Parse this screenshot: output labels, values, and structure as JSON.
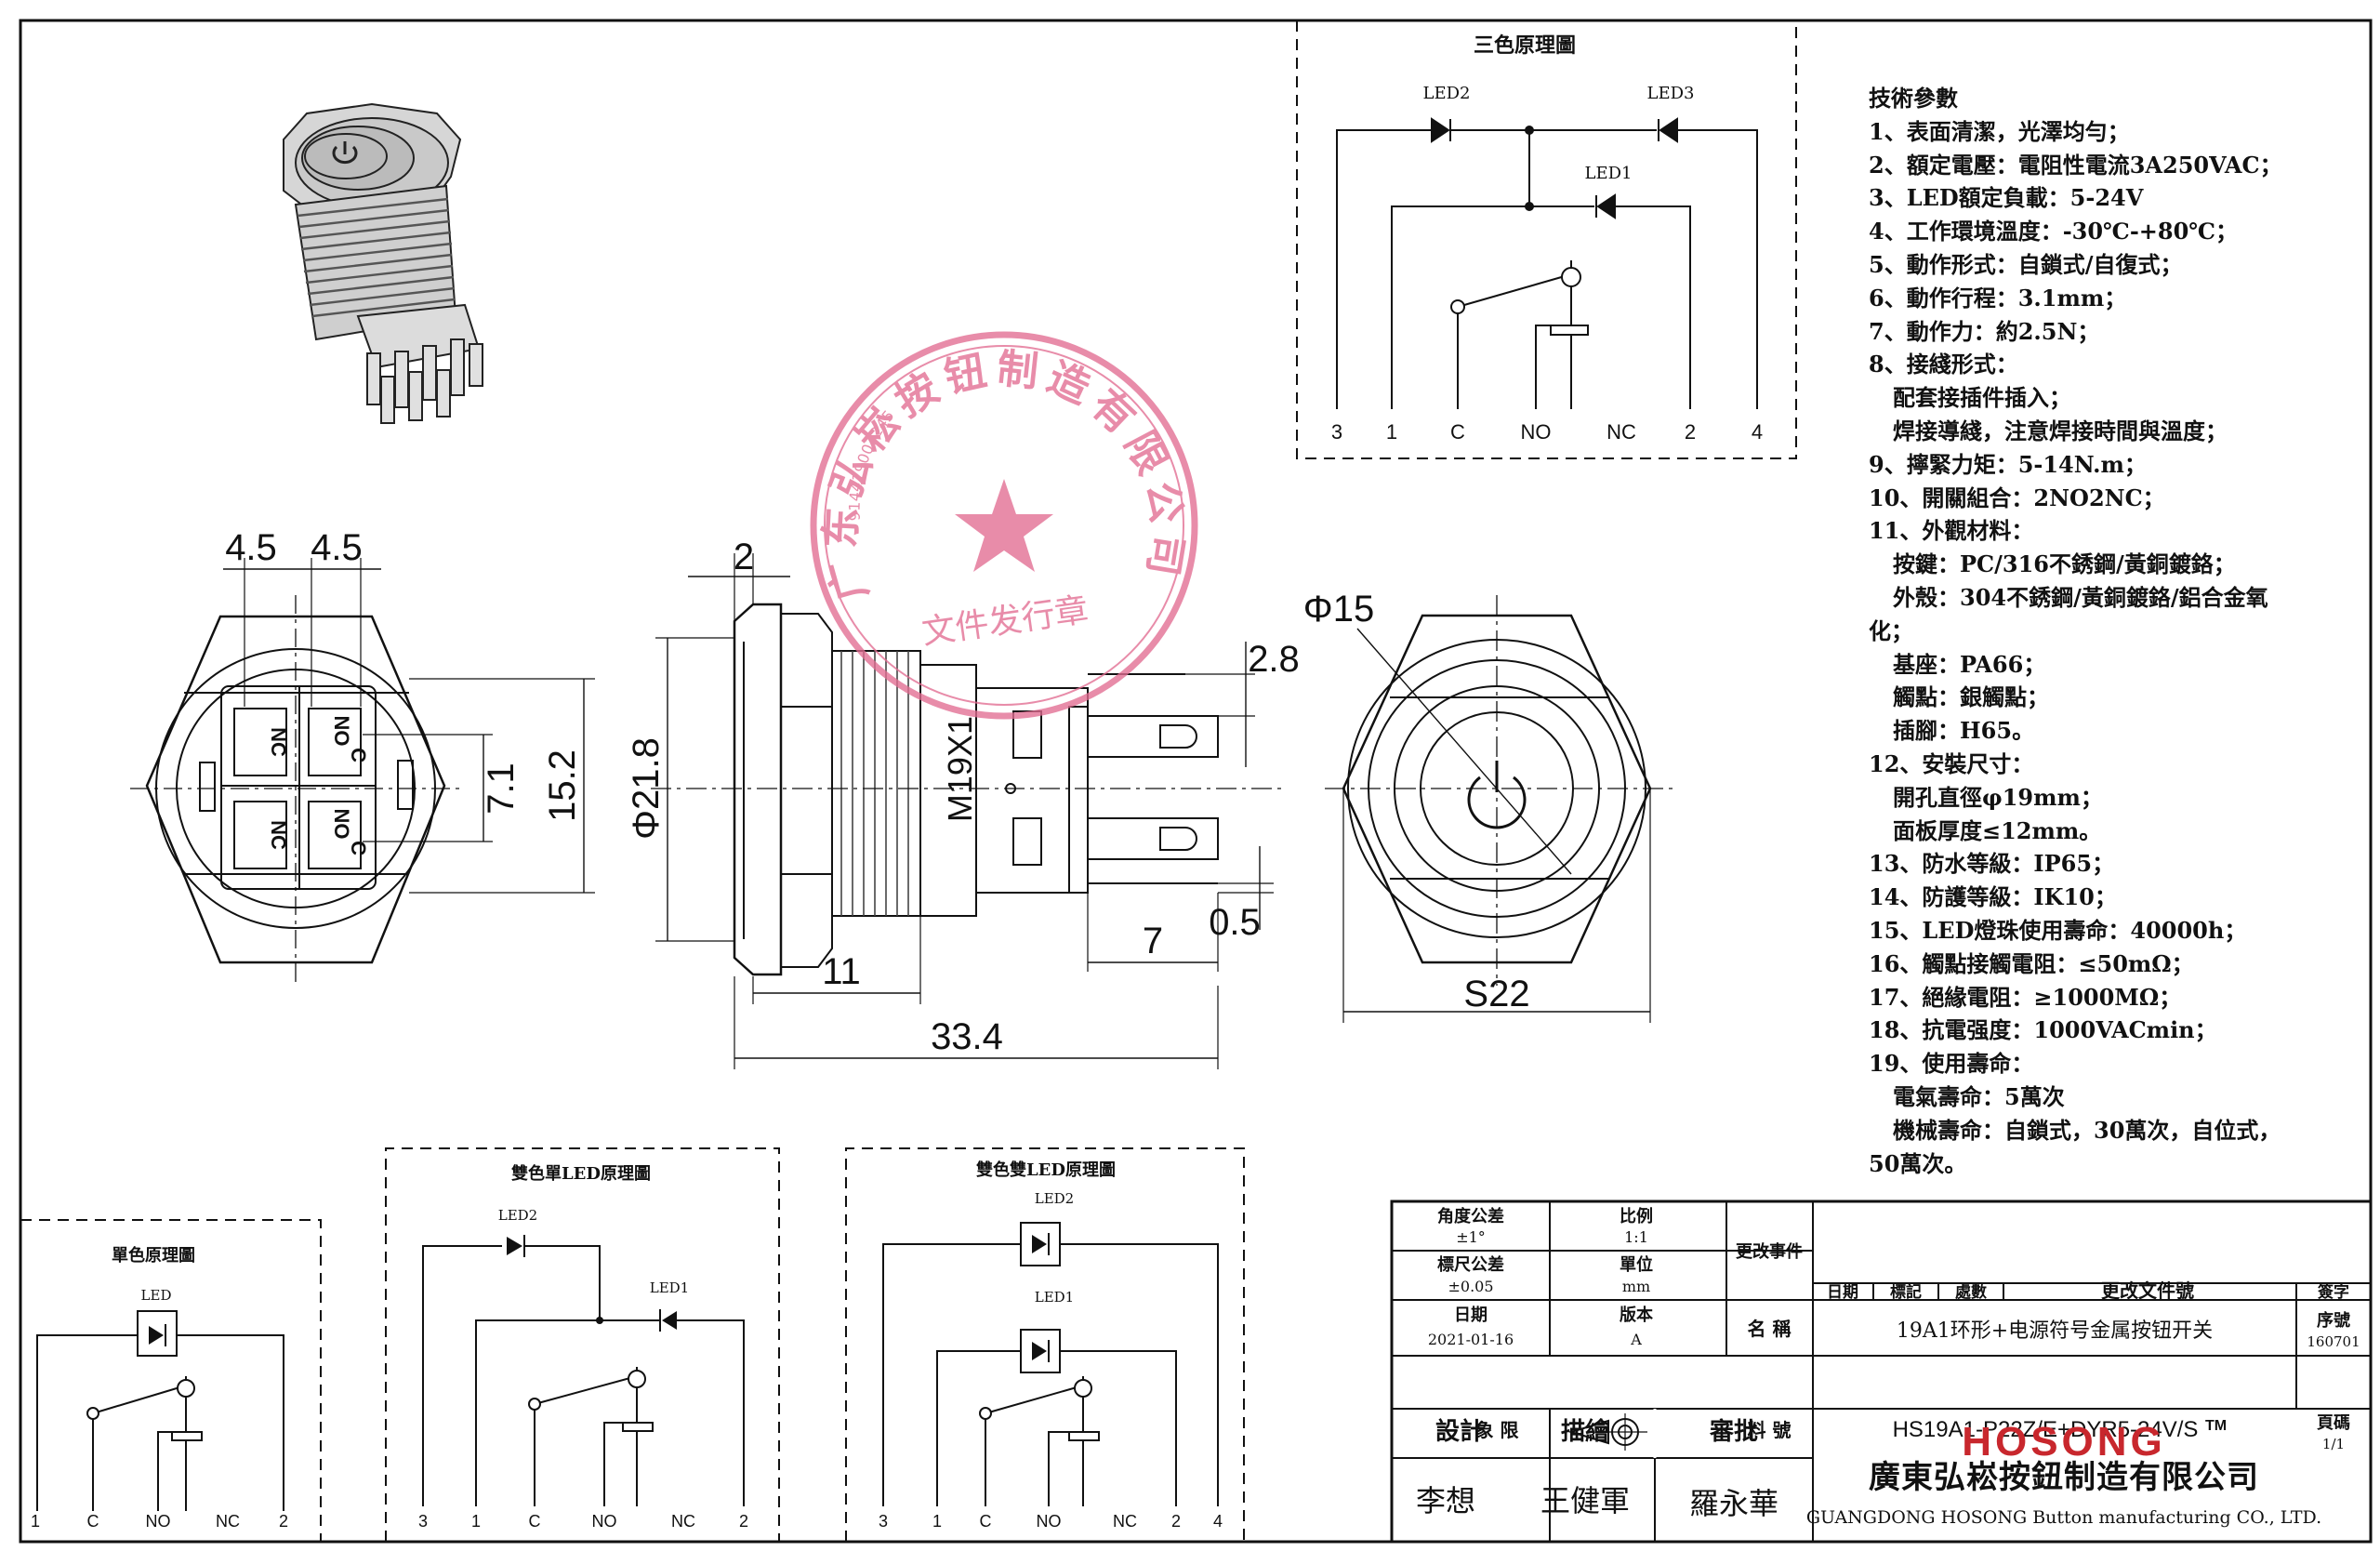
{
  "tricolor": {
    "title": "三色原理圖",
    "led2": "LED2",
    "led3": "LED3",
    "led1": "LED1",
    "pins": [
      "3",
      "1",
      "C",
      "NO",
      "NC",
      "2",
      "4"
    ]
  },
  "single": {
    "title": "單色原理圖",
    "led": "LED",
    "pins": [
      "1",
      "C",
      "NO",
      "NC",
      "2"
    ]
  },
  "dual_single": {
    "title": "雙色單LED原理圖",
    "led2": "LED2",
    "led1": "LED1",
    "pins": [
      "3",
      "1",
      "C",
      "NO",
      "NC",
      "2"
    ]
  },
  "dual_dual": {
    "title": "雙色雙LED原理圖",
    "led2": "LED2",
    "led1": "LED1",
    "pins": [
      "3",
      "1",
      "C",
      "NO",
      "NC",
      "2",
      "4"
    ]
  },
  "dims": {
    "pin_pitch_a": "4.5",
    "pin_pitch_b": "4.5",
    "d71": "7.1",
    "d152": "15.2",
    "d2": "2",
    "d218": "Φ21.8",
    "thread": "M19X1",
    "d28": "2.8",
    "d11": "11",
    "d7": "7",
    "d05": "0.5",
    "d334": "33.4",
    "phi15": "Φ15",
    "s22": "S22",
    "terminal_labels": [
      "NC",
      "NO",
      "C",
      "NC",
      "NO",
      "C"
    ]
  },
  "stamp": {
    "outer": "广东弘崧按钮制造有限公司",
    "center": "文件发行章",
    "code": "914419003245"
  },
  "specs": {
    "title": "技術參數",
    "lines": [
      {
        "text": "1、表面清潔，光澤均勻；",
        "indent": false
      },
      {
        "text": "2、額定電壓：電阻性電流3A250VAC；",
        "indent": false
      },
      {
        "text": "3、LED額定負載：5-24V",
        "indent": false
      },
      {
        "text": "4、工作環境溫度：-30℃-+80℃；",
        "indent": false
      },
      {
        "text": "5、動作形式：自鎖式/自復式；",
        "indent": false
      },
      {
        "text": "6、動作行程：3.1mm；",
        "indent": false
      },
      {
        "text": "7、動作力：約2.5N；",
        "indent": false
      },
      {
        "text": "8、接綫形式：",
        "indent": false
      },
      {
        "text": "配套接插件插入；",
        "indent": true
      },
      {
        "text": "焊接導綫，注意焊接時間與溫度；",
        "indent": true
      },
      {
        "text": "9、擰緊力矩：5-14N.m；",
        "indent": false
      },
      {
        "text": "10、開關組合：2NO2NC；",
        "indent": false
      },
      {
        "text": "11、外觀材料：",
        "indent": false
      },
      {
        "text": "按鍵：PC/316不銹鋼/黃銅鍍鉻；",
        "indent": true
      },
      {
        "text": "外殼：304不銹鋼/黃銅鍍鉻/鋁合金氧",
        "indent": true
      },
      {
        "text": "化；",
        "indent": false
      },
      {
        "text": "基座：PA66；",
        "indent": true
      },
      {
        "text": "觸點：銀觸點；",
        "indent": true
      },
      {
        "text": "插腳：H65。",
        "indent": true
      },
      {
        "text": "12、安裝尺寸：",
        "indent": false
      },
      {
        "text": "開孔直徑φ19mm；",
        "indent": true
      },
      {
        "text": "面板厚度≤12mm。",
        "indent": true
      },
      {
        "text": "13、防水等級：IP65；",
        "indent": false
      },
      {
        "text": "14、防護等級：IK10；",
        "indent": false
      },
      {
        "text": "15、LED燈珠使用壽命：40000h；",
        "indent": false
      },
      {
        "text": "16、觸點接觸電阻：≤50mΩ；",
        "indent": false
      },
      {
        "text": "17、絕緣電阻：≥1000MΩ；",
        "indent": false
      },
      {
        "text": "18、抗電强度：1000VACmin；",
        "indent": false
      },
      {
        "text": "19、使用壽命：",
        "indent": false
      },
      {
        "text": "電氣壽命：5萬次",
        "indent": true
      },
      {
        "text": "機械壽命：自鎖式，30萬次，自位式，",
        "indent": true
      },
      {
        "text": "50萬次。",
        "indent": false
      }
    ]
  },
  "titleblock": {
    "angle_tol_label": "角度公差",
    "angle_tol_value": "±1°",
    "ratio_label": "比例",
    "ratio_value": "1:1",
    "size_tol_label": "標尺公差",
    "size_tol_value": "±0.05",
    "unit_label": "單位",
    "unit_value": "mm",
    "change_event": "更改事件",
    "date_label": "日期",
    "date_value": "2021-01-16",
    "version_label": "版本",
    "version_value": "A",
    "rev_headers": [
      "日期",
      "標記",
      "處數",
      "更改文件號",
      "簽字"
    ],
    "name_label": "名 稱",
    "name_value": "19A1环形+电源符号金属按钮开关",
    "seq_label": "序號",
    "seq_value": "160701",
    "quadrant_label": "象 限",
    "part_label": "料 號",
    "part_value": "HS19A1-P22Z/E+DYR5-24V/S",
    "page_label": "頁碼",
    "page_value": "1/1",
    "design_label": "設計",
    "draw_label": "描繪",
    "review_label": "審批",
    "designer": "李想",
    "drawer": "王健軍",
    "reviewer": "羅永華",
    "brand": "HOSONG",
    "tm": "TM",
    "company_cn": "廣東弘崧按鈕制造有限公司",
    "company_en": "GUANGDONG HOSONG Button manufacturing CO., LTD."
  }
}
